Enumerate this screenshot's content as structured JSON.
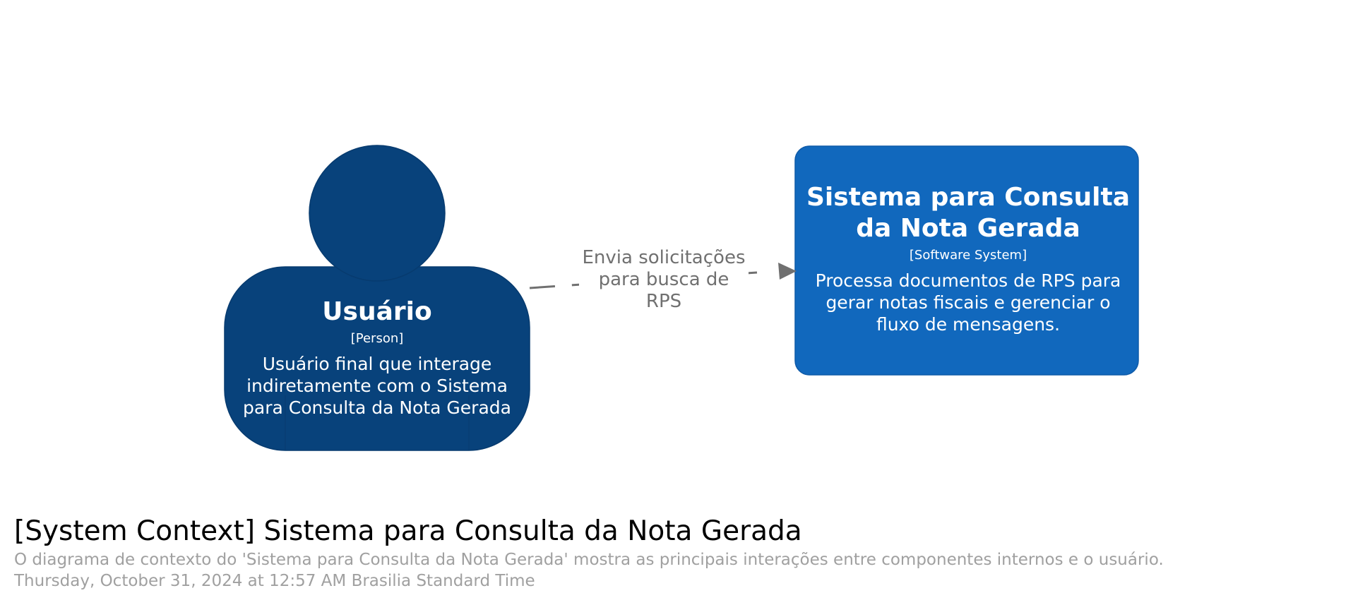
{
  "colors": {
    "person_fill": "#08427b",
    "person_stroke": "#073b6f",
    "system_fill": "#1168bd",
    "system_stroke": "#0e5aa8",
    "relationship": "#707070",
    "title": "#000000",
    "meta": "#a0a0a0"
  },
  "person": {
    "name": "Usuário",
    "type": "[Person]",
    "description": "Usuário final que interage indiretamente com o Sistema para Consulta da Nota Gerada",
    "icon": "person-shape"
  },
  "system": {
    "name": "Sistema para Consulta da Nota Gerada",
    "type": "[Software System]",
    "description": "Processa documentos de RPS para gerar notas fiscais e gerenciar o fluxo de mensagens."
  },
  "relationship": {
    "label": "Envia solicitações para busca de RPS",
    "style": "dashed",
    "arrow": "arrowhead"
  },
  "footer": {
    "title": "[System Context] Sistema para Consulta da Nota Gerada",
    "description": "O diagrama de contexto do 'Sistema para Consulta da Nota Gerada' mostra as principais interações entre componentes internos e o usuário.",
    "timestamp": "Thursday, October 31, 2024 at 12:57 AM Brasilia Standard Time"
  }
}
